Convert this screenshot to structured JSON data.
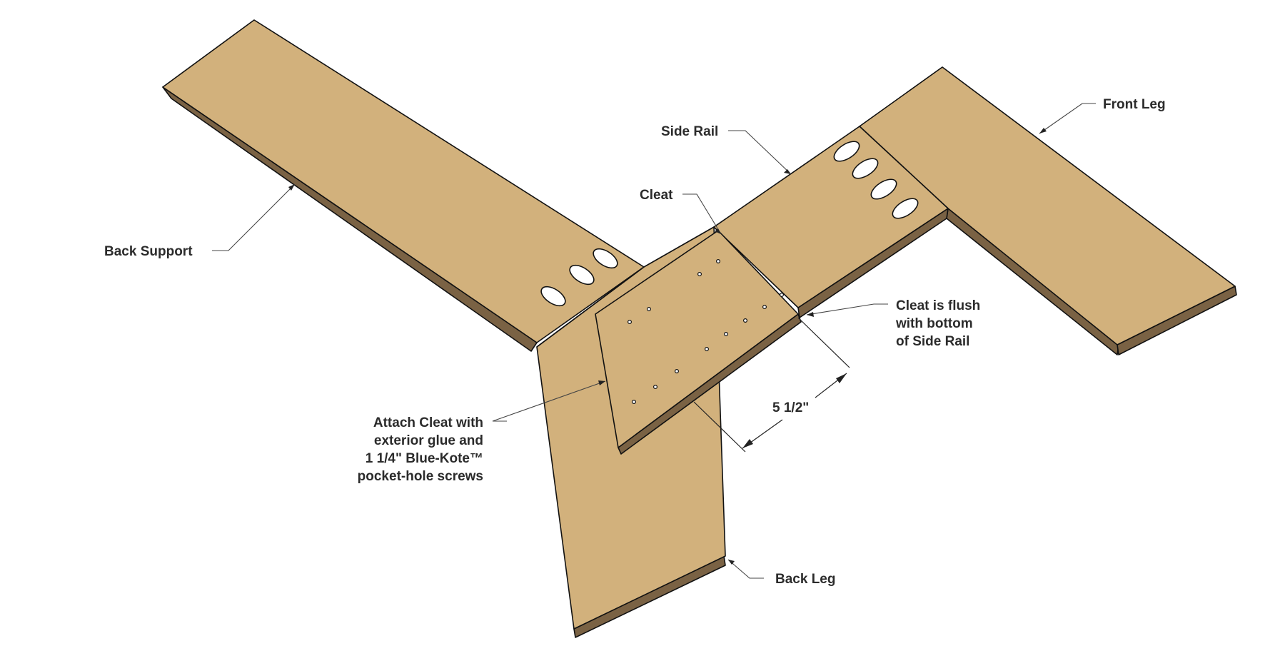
{
  "labels": {
    "back_support": "Back Support",
    "side_rail": "Side Rail",
    "front_leg": "Front Leg",
    "cleat": "Cleat",
    "cleat_flush_line1": "Cleat is flush",
    "cleat_flush_line2": "with bottom",
    "cleat_flush_line3": "of Side Rail",
    "attach_line1": "Attach Cleat with",
    "attach_line2": "exterior glue and",
    "attach_line3": "1 1/4\" Blue-Kote™",
    "attach_line4": "pocket-hole screws",
    "dimension": "5 1/2\"",
    "back_leg": "Back Leg"
  },
  "colors": {
    "wood_top": "#d2b17c",
    "wood_edge": "#7a6244",
    "background": "#ffffff"
  }
}
